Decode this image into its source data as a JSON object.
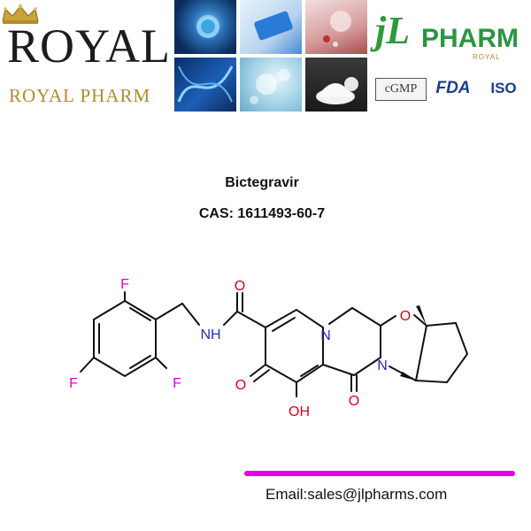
{
  "header": {
    "royal_logo": {
      "wordmark": "ROYAL",
      "subtitle": "ROYAL PHARM",
      "icon": "crown-icon"
    },
    "jl_logo": {
      "mark": "jL",
      "wordmark": "PHARM",
      "tagline": "ROYAL",
      "certifications": [
        "cGMP",
        "FDA",
        "ISO"
      ]
    },
    "collage_tiles": [
      "virus-image",
      "lab-vial-image",
      "pill-bottle-image",
      "dna-helix-image",
      "molecule-bubbles-image",
      "white-powder-image"
    ]
  },
  "compound": {
    "name": "Bictegravir",
    "cas": "CAS: 1611493-60-7"
  },
  "structure": {
    "atoms": {
      "F_top": "F",
      "F_left": "F",
      "F_right": "F",
      "NH": "NH",
      "O_amide": "O",
      "N_ring": "N",
      "O_ketone": "O",
      "OH": "OH",
      "O_lactam": "O",
      "N_bridge": "N",
      "O_ether": "O"
    }
  },
  "contact": {
    "email": "Email:sales@jlpharms.com"
  },
  "colors": {
    "brand_green": "#2a9640",
    "brand_gold": "#b28a2e",
    "fluorine": "#e000e0",
    "oxygen": "#e0001a",
    "nitrogen": "#2a2ab8",
    "accent_bar": "#e300e6"
  }
}
